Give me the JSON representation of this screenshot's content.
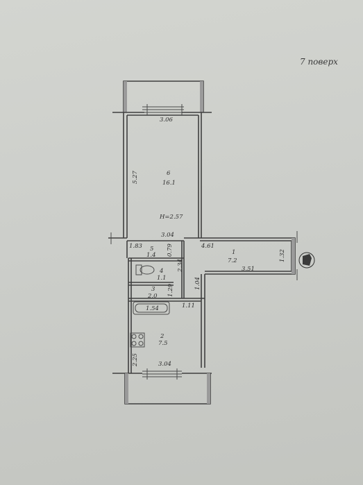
{
  "floor": "7 поверх",
  "rooms": [
    {
      "num": "6",
      "area": "16.1",
      "height": "H=2.57"
    },
    {
      "num": "5",
      "area": "1.4"
    },
    {
      "num": "4",
      "area": "1.1"
    },
    {
      "num": "3",
      "area": "2.0"
    },
    {
      "num": "2",
      "area": "7.5"
    },
    {
      "num": "1",
      "area": "7.2"
    }
  ],
  "dims": {
    "top_width": "3.06",
    "left_height": "5.27",
    "mid_width": "3.04",
    "d_183": "1.83",
    "d_079": "0.79",
    "d_234": "2.34",
    "d_461": "4.61",
    "d_132": "1.32",
    "d_351": "3.51",
    "d_104": "1.04",
    "d_129": "1.29",
    "d_154": "1.54",
    "d_111": "1.11",
    "d_225": "2.25",
    "bottom_width": "3.04"
  }
}
